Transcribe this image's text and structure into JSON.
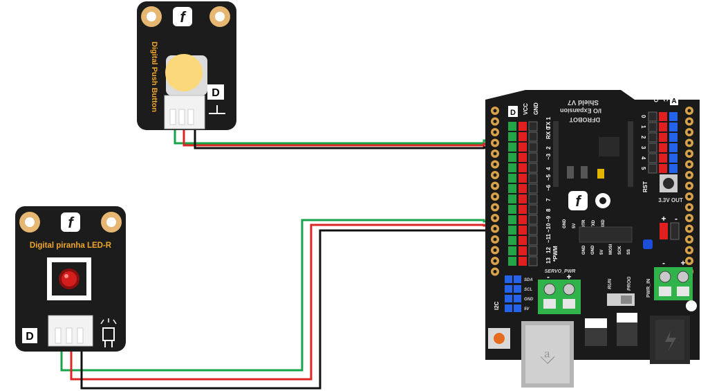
{
  "modules": {
    "button": {
      "name": "Digital Push Button",
      "type_badge": "D"
    },
    "led": {
      "name": "Digital piranha LED-R",
      "type_badge": "D"
    }
  },
  "shield": {
    "brand": "DFROBOT",
    "title_line1": "I/O Expansion",
    "title_line2": "Shield V7",
    "digital_badge": "D",
    "analog_badge": "A",
    "header_vcc": "VCC",
    "header_gnd": "GND",
    "digital_pins": [
      "TX 1",
      "RX 0",
      "2",
      "~3",
      "4",
      "~5",
      "~6",
      "7",
      "8",
      "~9",
      "~10",
      "~11",
      "12",
      "13"
    ],
    "pwm_label": "*PWM",
    "analog_pins": [
      "0",
      "1",
      "2",
      "3",
      "4",
      "5"
    ],
    "rst_label": "RST",
    "out_label": "3.3V OUT",
    "plus_sign": "+",
    "minus_sign": "-",
    "servo_label": "SERVO_PWR",
    "pwr_in_label": "PWR_IN",
    "run_label": "RUN",
    "prog_label": "PROG",
    "i2c_label": "I2C",
    "i2c_pins": [
      "SDA",
      "SCL",
      "GND",
      "5V"
    ],
    "xbee_pins": [
      "GND",
      "5V",
      "DTR",
      "TXD",
      "RXD"
    ],
    "icsp_pins": [
      "GND",
      "GND",
      "5V",
      "MOSI",
      "SCK",
      "SS"
    ]
  },
  "wire_colors": {
    "signal": "#16a34a",
    "power": "#dc2626",
    "ground": "#111111"
  }
}
